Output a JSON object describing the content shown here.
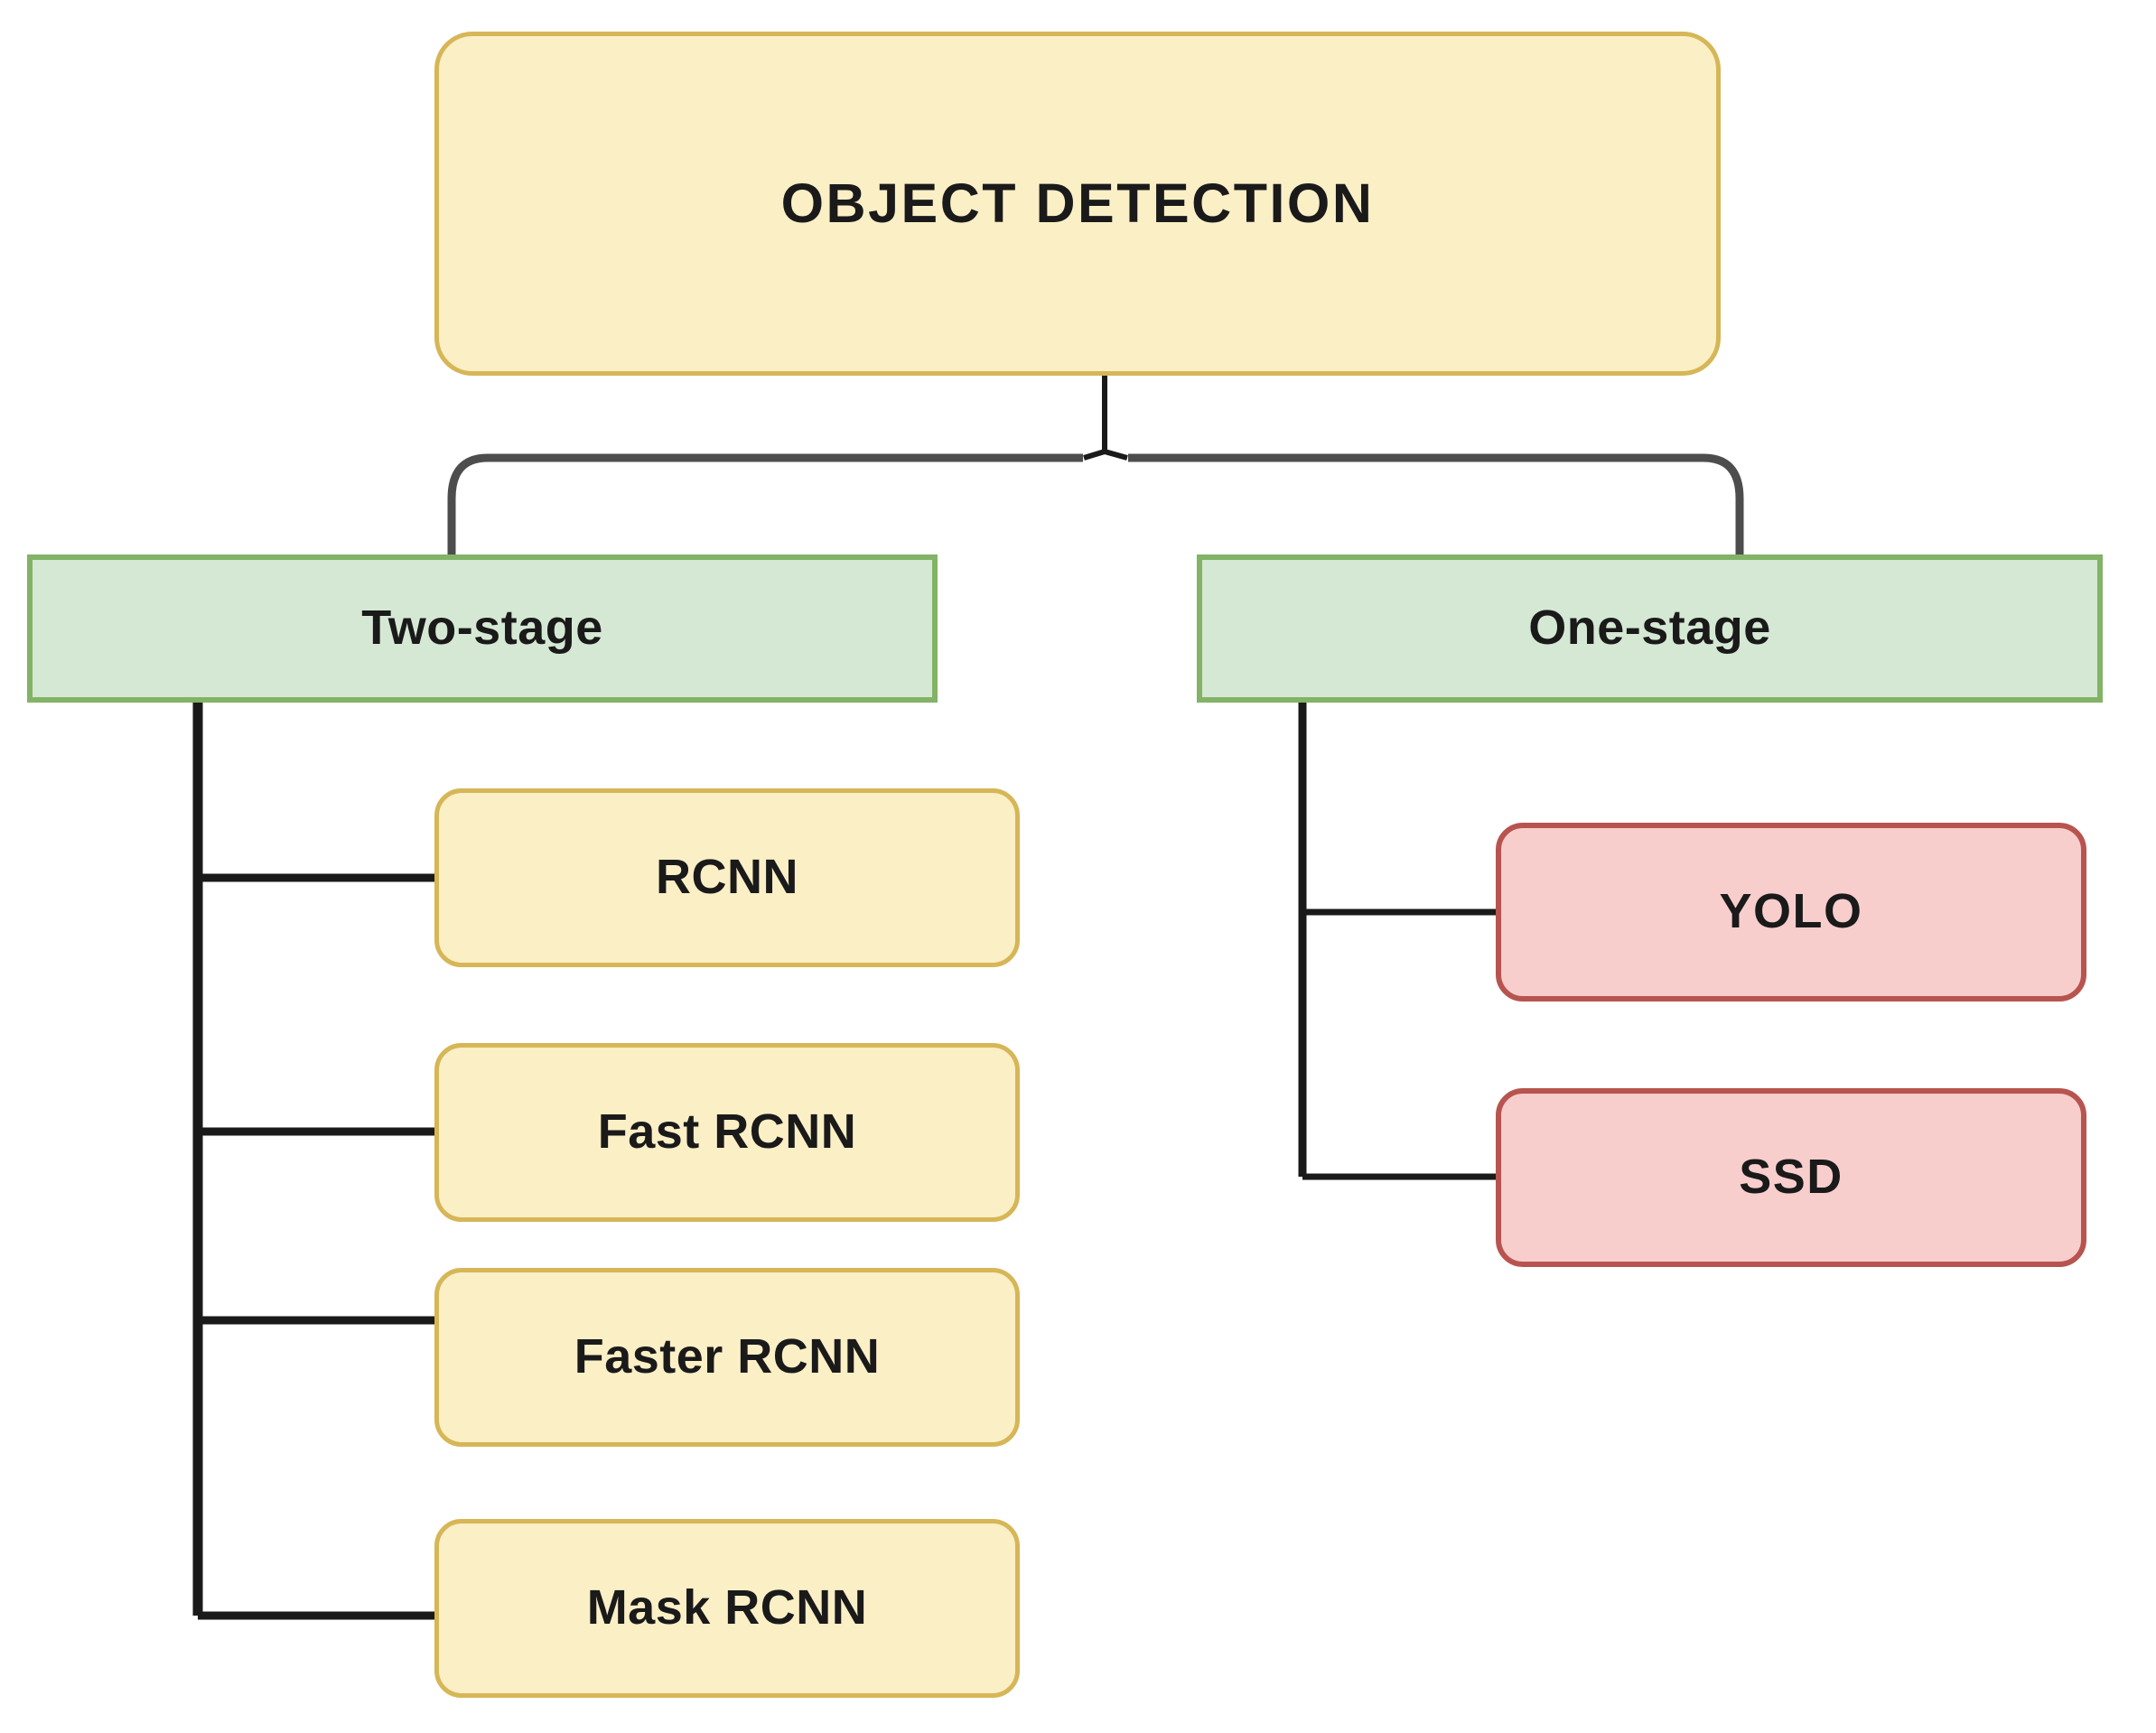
{
  "diagram": {
    "title": "OBJECT DETECTION",
    "root": {
      "label": "OBJECT DETECTION",
      "fill": "#FBEFC6",
      "stroke": "#D6B656"
    },
    "branches": [
      {
        "id": "two-stage",
        "label": "Two-stage",
        "fill": "#D5E8D4",
        "stroke": "#82B366",
        "children": [
          {
            "id": "rcnn",
            "label": "RCNN",
            "fill": "#FBEFC6",
            "stroke": "#D6B656"
          },
          {
            "id": "fast-rcnn",
            "label": "Fast RCNN",
            "fill": "#FBEFC6",
            "stroke": "#D6B656"
          },
          {
            "id": "faster-rcnn",
            "label": "Faster RCNN",
            "fill": "#FBEFC6",
            "stroke": "#D6B656"
          },
          {
            "id": "mask-rcnn",
            "label": "Mask RCNN",
            "fill": "#FBEFC6",
            "stroke": "#D6B656"
          }
        ]
      },
      {
        "id": "one-stage",
        "label": "One-stage",
        "fill": "#D5E8D4",
        "stroke": "#82B366",
        "children": [
          {
            "id": "yolo",
            "label": "YOLO",
            "fill": "#F8CECC",
            "stroke": "#B85450"
          },
          {
            "id": "ssd",
            "label": "SSD",
            "fill": "#F8CECC",
            "stroke": "#B85450"
          }
        ]
      }
    ],
    "connector_color": "#4d4d4d",
    "background": "#ffffff"
  }
}
